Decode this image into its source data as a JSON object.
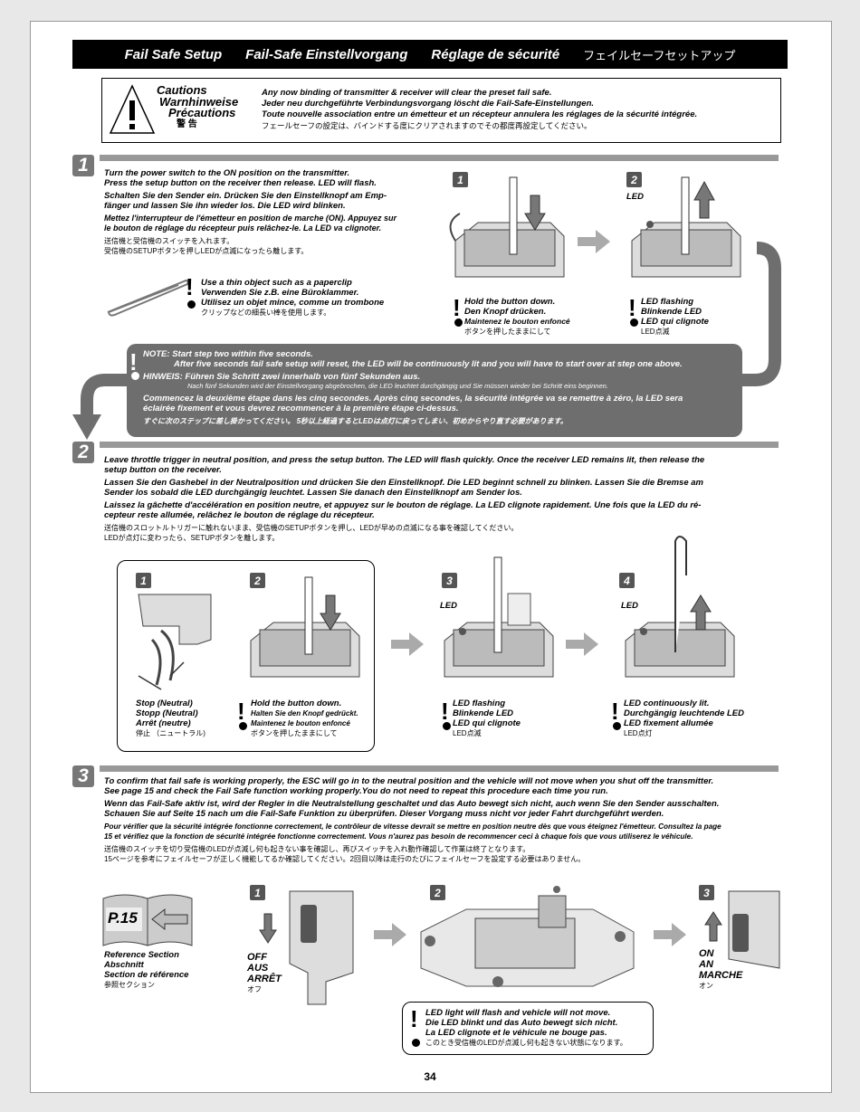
{
  "banner": {
    "en": "Fail Safe Setup",
    "de": "Fail-Safe Einstellvorgang",
    "fr": "Réglage de sécurité",
    "ja": "フェイルセーフセットアップ"
  },
  "cautions": {
    "labels": [
      "Cautions",
      "Warnhinweise",
      "Précautions",
      "警 告"
    ],
    "text": [
      "Any now binding of transmitter & receiver will clear the preset fail safe.",
      "Jeder neu durchgeführte Verbindungsvorgang löscht die Fail-Safe-Einstellungen.",
      "Toute nouvelle association entre un émetteur et un récepteur annulera les réglages de la sécurité intégrée.",
      "フェールセーフの設定は、バインドする度にクリアされますのでその都度再設定してください。"
    ]
  },
  "step1": {
    "num": "1",
    "en": [
      "Turn the power switch to the ON position on the transmitter.",
      "Press the setup button on the receiver then release. LED will flash."
    ],
    "de": [
      "Schalten Sie den Sender ein. Drücken Sie den Einstellknopf am Emp-",
      "fänger und lassen Sie ihn wieder los. Die LED wird blinken."
    ],
    "fr": [
      "Mettez l'interrupteur de l'émetteur en position de marche (ON). Appuyez sur",
      "le bouton de réglage du récepteur puis relâchez-le. La LED va clignoter."
    ],
    "ja": [
      "送信機と受信機のスイッチを入れます。",
      "受信機のSETUPボタンを押しLEDが点滅になったら離します。"
    ],
    "clip": [
      "Use a thin object such as a paperclip",
      "Verwenden Sie z.B. eine Büroklammer.",
      "Utilisez un objet mince, comme un trombone",
      "クリップなどの細長い棒を使用します。"
    ],
    "fig1": {
      "num": "1",
      "caption": [
        "Hold the button down.",
        "Den Knopf drücken.",
        "Maintenez le bouton enfoncé",
        "ボタンを押したままにして"
      ]
    },
    "fig2": {
      "num": "2",
      "led": "LED",
      "caption": [
        "LED flashing",
        "Blinkende LED",
        "LED qui clignote",
        "LED点滅"
      ]
    }
  },
  "note": {
    "l1": "NOTE: Start step two within five seconds.",
    "l2": "After five seconds fail safe setup will reset, the LED will be continuously lit and you will have to start over at step one above.",
    "l3": "HINWEIS: Führen Sie Schritt zwei innerhalb von fünf Sekunden aus.",
    "l4": "Nach fünf Sekunden wird der Einstellvorgang abgebrochen, die LED leuchtet durchgängig und Sie müssen wieder bei Schritt eins beginnen.",
    "l5": "Commencez la deuxième étape dans les cinq secondes. Après cinq secondes, la sécurité intégrée va se remettre à zéro, la LED sera",
    "l6": "éclairée fixement et vous devrez recommencer à la première étape ci-dessus.",
    "l7": "すぐに次のステップに差し掛かってください。 5秒以上経過するとLEDは点灯に戻ってしまい、初めからやり直す必要があります。"
  },
  "step2": {
    "num": "2",
    "en": [
      "Leave throttle trigger in neutral position, and press the setup button. The LED will flash quickly. Once the receiver LED remains lit, then release the",
      "setup button on the receiver."
    ],
    "de": [
      "Lassen Sie den Gashebel in der Neutralposition und drücken Sie den Einstellknopf. Die LED beginnt schnell zu blinken. Lassen Sie die Bremse am",
      "Sender los sobald die LED durchgängig leuchtet. Lassen Sie danach den Einstellknopf am Sender los."
    ],
    "fr": [
      "Laissez la gâchette d'accélération en position neutre, et appuyez sur le bouton de réglage. La LED clignote rapidement. Une fois que la LED du ré-",
      "cepteur reste allumée, relâchez le bouton de réglage du récepteur."
    ],
    "ja": [
      "送信機のスロットルトリガーに触れないまま、受信機のSETUPボタンを押し、LEDが早めの点滅になる事を確認してください。",
      "LEDが点灯に変わったら、SETUPボタンを離します。"
    ],
    "fig1": {
      "num": "1",
      "caption": [
        "Stop (Neutral)",
        "Stopp (Neutral)",
        "Arrêt (neutre)",
        "停止 （ニュートラル)"
      ]
    },
    "fig2": {
      "num": "2",
      "caption": [
        "Hold the button down.",
        "Halten Sie den Knopf gedrückt.",
        "Maintenez le bouton enfoncé",
        "ボタンを押したままにして"
      ]
    },
    "fig3": {
      "num": "3",
      "led": "LED",
      "caption": [
        "LED flashing",
        "Blinkende LED",
        "LED qui clignote",
        "LED点滅"
      ]
    },
    "fig4": {
      "num": "4",
      "led": "LED",
      "caption": [
        "LED continuously lit.",
        "Durchgängig leuchtende LED",
        "LED fixement allumée",
        "LED点灯"
      ]
    }
  },
  "step3": {
    "num": "3",
    "en": [
      "To confirm that fail safe is working properly, the ESC will go in to the neutral position and the vehicle will not move when you shut off the transmitter.",
      "See page 15 and check the Fail Safe function working properly.You do not need to repeat this procedure each time you run."
    ],
    "de": [
      "Wenn das Fail-Safe aktiv ist, wird der Regler in die Neutralstellung geschaltet und das Auto bewegt sich nicht, auch wenn Sie den Sender ausschalten.",
      "Schauen Sie auf Seite 15 nach um die Fail-Safe Funktion zu überprüfen. Dieser Vorgang muss nicht vor jeder Fahrt durchgeführt werden."
    ],
    "fr": [
      "Pour vérifier que la sécurité intégrée fonctionne correctement, le contrôleur de vitesse devrait se mettre en position neutre dès que vous éteignez l'émetteur. Consultez la page",
      "15 et vérifiez que la fonction de sécurité intégrée fonctionne correctement. Vous n'aurez pas besoin de recommencer ceci à chaque fois que vous utiliserez le véhicule."
    ],
    "ja": [
      "送信機のスイッチを切り受信機のLEDが点滅し何も起きない事を確認し、再びスイッチを入れ動作確認して作業は終了となります。",
      "15ページを参考にフェイルセーフが正しく機能してるか確認してください。2回目以降は走行のたびにフェイルセーフを設定する必要はありません。"
    ],
    "ref": {
      "page": "P.15",
      "labels": [
        "Reference Section",
        "Abschnitt",
        "Section de référence",
        "参照セクション"
      ]
    },
    "fig1": {
      "num": "1",
      "caption": [
        "OFF",
        "AUS",
        "ARRÊT",
        "オフ"
      ]
    },
    "fig2": {
      "num": "2"
    },
    "fig3": {
      "num": "3",
      "caption": [
        "ON",
        "AN",
        "MARCHE",
        "オン"
      ]
    },
    "bubble": [
      "LED light will flash and vehicle will not move.",
      "Die LED blinkt und das Auto bewegt sich nicht.",
      "La LED clignote et le véhicule ne bouge pas.",
      "このとき受信機のLEDが点滅し何も起きない状態になります。"
    ]
  },
  "page_number": "34"
}
